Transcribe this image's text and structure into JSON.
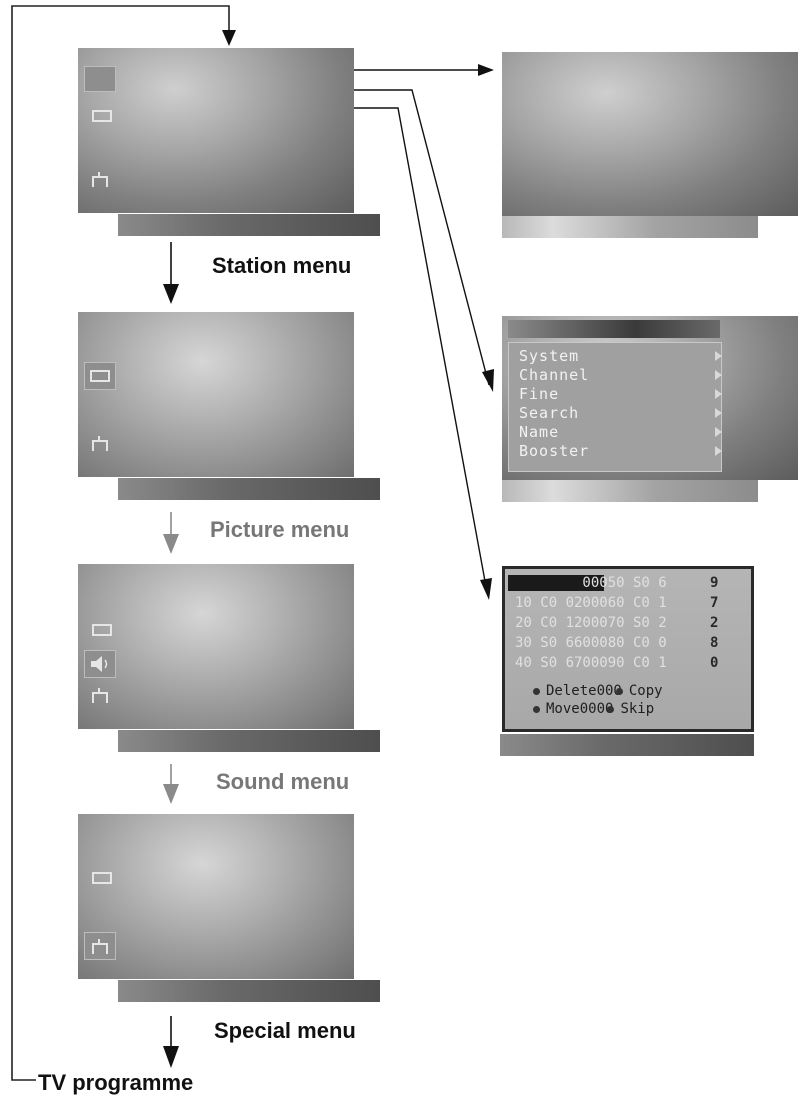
{
  "menus": {
    "station": "Station menu",
    "picture": "Picture menu",
    "sound": "Sound menu",
    "special": "Special menu"
  },
  "loop_target": "TV programme",
  "station_submenu": {
    "items": [
      {
        "label": "System"
      },
      {
        "label": "Channel"
      },
      {
        "label": "Fine"
      },
      {
        "label": "Search"
      },
      {
        "label": "Name"
      },
      {
        "label": "Booster"
      }
    ]
  },
  "programme_table": {
    "rows": [
      {
        "text": "        00050 S0 6",
        "end": "9"
      },
      {
        "text": "10 C0 0200060 C0 1",
        "end": "7"
      },
      {
        "text": "20 C0 1200070 S0 2",
        "end": "2"
      },
      {
        "text": "30 S0 6600080 C0 0",
        "end": "8"
      },
      {
        "text": "40 S0 6700090 C0 1",
        "end": "0"
      }
    ],
    "legend": {
      "delete": "Delete000",
      "copy": "Copy",
      "move": "Move0000",
      "skip": "Skip"
    }
  },
  "colors": {
    "active_label": "#111111",
    "inactive_label": "#777777",
    "arrow_active": "#111111",
    "arrow_inactive": "#8a8a8a"
  }
}
